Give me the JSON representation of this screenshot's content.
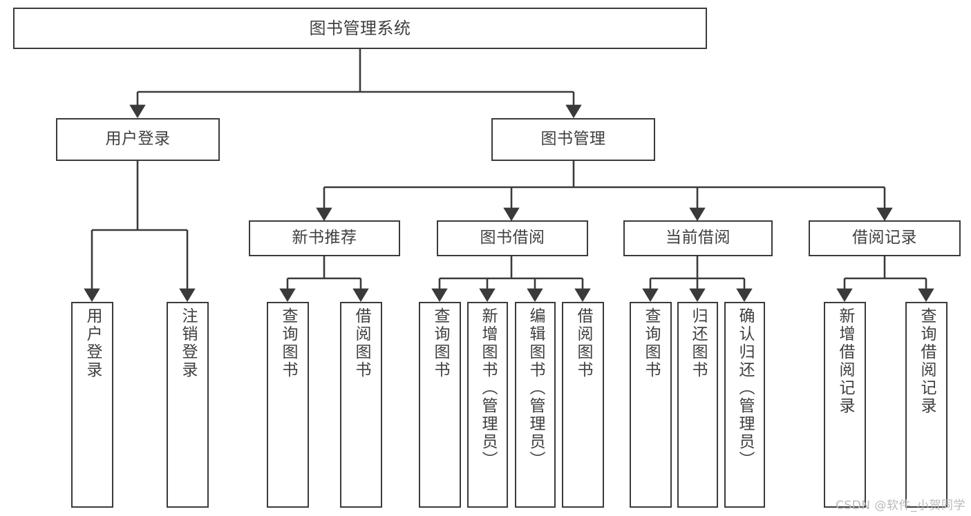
{
  "diagram": {
    "title": "图书管理系统",
    "type": "hierarchy-tree",
    "watermark": "CSDN @软件_小贺同学",
    "colors": {
      "background": "#ffffff",
      "box_border": "#3a3a3a",
      "box_fill": "#ffffff",
      "text": "#3f3f3f",
      "edge": "#3a3a3a",
      "watermark": "#b9b9b9"
    },
    "root": {
      "label": "图书管理系统"
    },
    "level1": [
      {
        "label": "用户登录"
      },
      {
        "label": "图书管理"
      }
    ],
    "level2": [
      {
        "label": "新书推荐"
      },
      {
        "label": "图书借阅"
      },
      {
        "label": "当前借阅"
      },
      {
        "label": "借阅记录"
      }
    ],
    "leaves": {
      "user_login": [
        {
          "label": "用户登录"
        },
        {
          "label": "注销登录"
        }
      ],
      "new_book_recommend": [
        {
          "label": "查询图书"
        },
        {
          "label": "借阅图书"
        }
      ],
      "book_borrow": [
        {
          "label": "查询图书"
        },
        {
          "label": "新增图书（管理员）"
        },
        {
          "label": "编辑图书（管理员）"
        },
        {
          "label": "借阅图书"
        }
      ],
      "current_borrow": [
        {
          "label": "查询图书"
        },
        {
          "label": "归还图书"
        },
        {
          "label": "确认归还（管理员）"
        }
      ],
      "borrow_record": [
        {
          "label": "新增借阅记录"
        },
        {
          "label": "查询借阅记录"
        }
      ]
    }
  }
}
